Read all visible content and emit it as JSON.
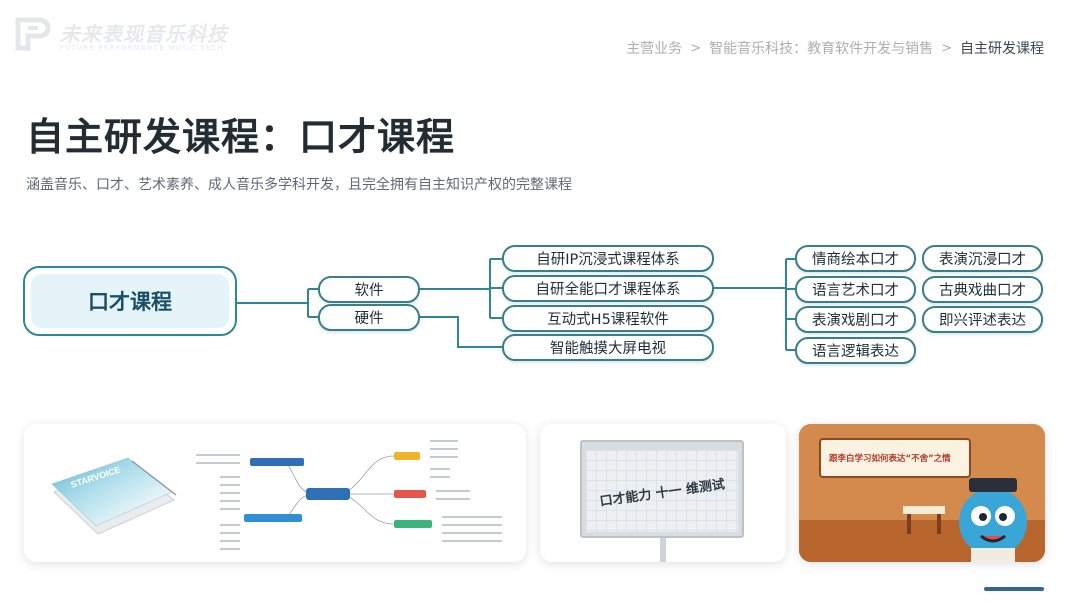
{
  "logo": {
    "name_cn": "未来表现音乐科技",
    "name_en": "FUTURE PERFORMANCE MUSIC TECH"
  },
  "breadcrumb": {
    "items": [
      "主营业务",
      "智能音乐科技：教育软件开发与销售",
      "自主研发课程"
    ],
    "separator": ">"
  },
  "title": "自主研发课程：口才课程",
  "subtitle": "涵盖音乐、口才、艺术素养、成人音乐多学科开发，且完全拥有自主知识产权的完整课程",
  "mindmap": {
    "root": "口才课程",
    "level1": [
      "软件",
      "硬件"
    ],
    "level2": [
      "自研IP沉浸式课程体系",
      "自研全能口才课程体系",
      "互动式H5课程软件",
      "智能触摸大屏电视"
    ],
    "level3": [
      "情商绘本口才",
      "表演沉浸口才",
      "语言艺术口才",
      "古典戏曲口才",
      "表演戏剧口才",
      "即兴评述表达",
      "语言逻辑表达"
    ]
  },
  "cards": {
    "screen_text": "口才能力 十一 维测试",
    "scene_banner": "跟李白学习如何表达“不舍”之情"
  },
  "colors": {
    "accent": "#2f8891",
    "node_border": "#3a7e88",
    "root_fill": "#e4f4f8",
    "root_text": "#1b4f68",
    "footer_accent": "#2f6a8e"
  }
}
